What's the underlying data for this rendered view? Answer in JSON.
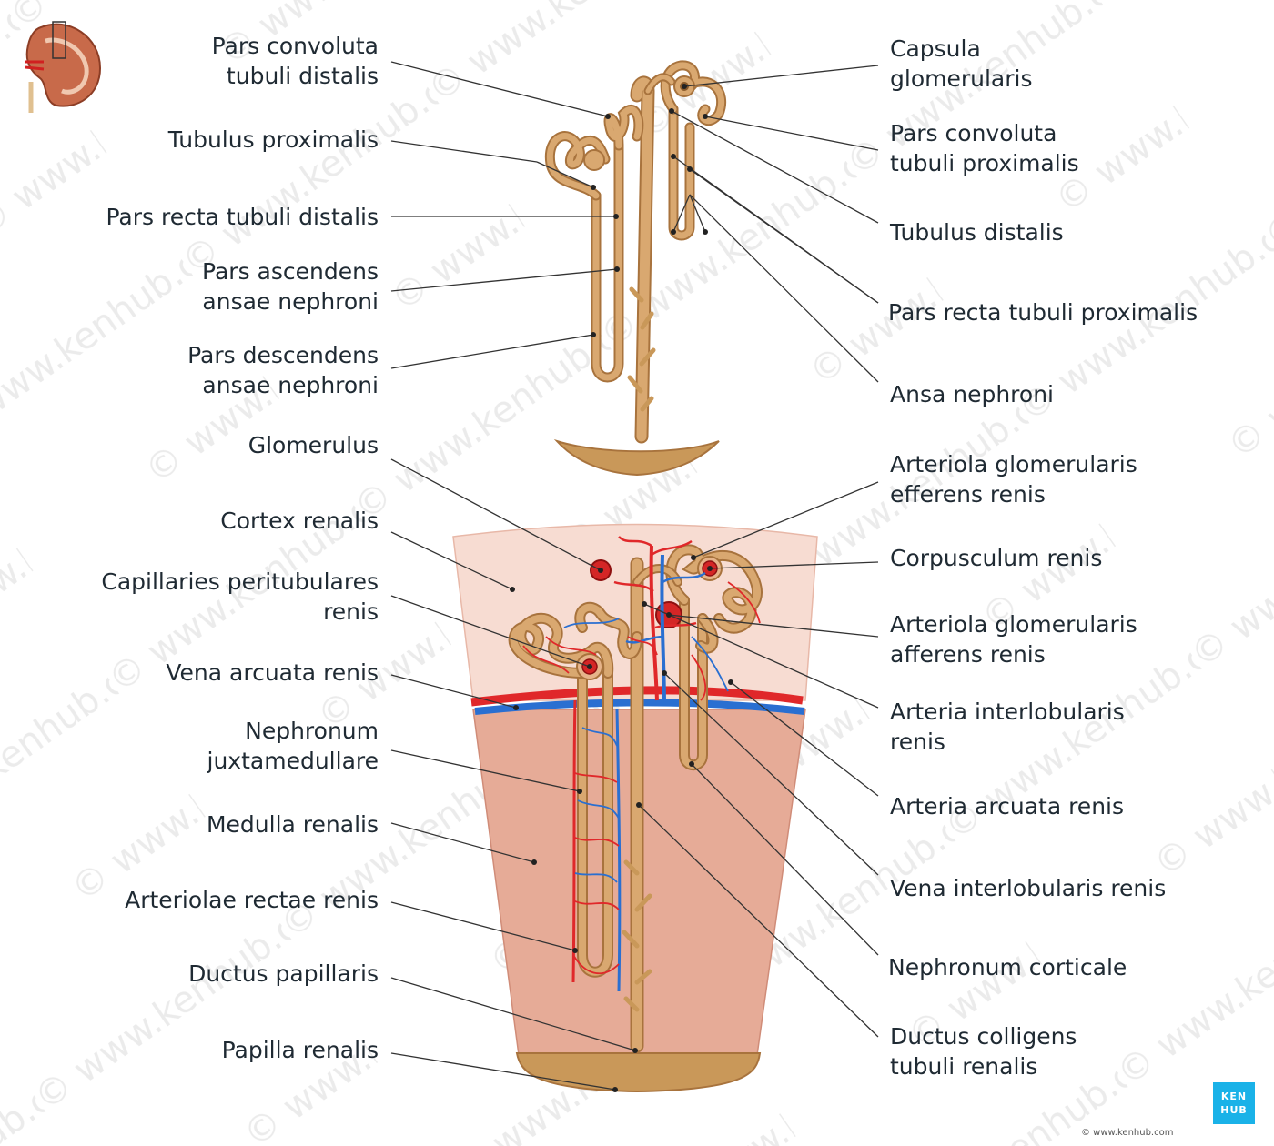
{
  "labels_left": [
    {
      "id": "pars-convoluta-tubuli-distalis",
      "lines": [
        "Pars convoluta",
        "tubuli distalis"
      ]
    },
    {
      "id": "tubulus-proximalis",
      "lines": [
        "Tubulus proximalis"
      ]
    },
    {
      "id": "pars-recta-tubuli-distalis",
      "lines": [
        "Pars recta tubuli distalis"
      ]
    },
    {
      "id": "pars-ascendens-ansae-nephroni",
      "lines": [
        "Pars ascendens",
        "ansae nephroni"
      ]
    },
    {
      "id": "pars-descendens-ansae-nephroni",
      "lines": [
        "Pars descendens",
        "ansae nephroni"
      ]
    },
    {
      "id": "glomerulus",
      "lines": [
        "Glomerulus"
      ]
    },
    {
      "id": "cortex-renalis",
      "lines": [
        "Cortex renalis"
      ]
    },
    {
      "id": "capillaries-peritubulares-renis",
      "lines": [
        "Capillaries peritubulares",
        "renis"
      ]
    },
    {
      "id": "vena-arcuata-renis",
      "lines": [
        "Vena arcuata renis"
      ]
    },
    {
      "id": "nephronum-juxtamedullare",
      "lines": [
        "Nephronum",
        "juxtamedullare"
      ]
    },
    {
      "id": "medulla-renalis",
      "lines": [
        "Medulla renalis"
      ]
    },
    {
      "id": "arteriolae-rectae-renis",
      "lines": [
        "Arteriolae rectae renis"
      ]
    },
    {
      "id": "ductus-papillaris",
      "lines": [
        "Ductus papillaris"
      ]
    },
    {
      "id": "papilla-renalis",
      "lines": [
        "Papilla renalis"
      ]
    }
  ],
  "labels_right": [
    {
      "id": "capsula-glomerularis",
      "lines": [
        "Capsula",
        "glomerularis"
      ]
    },
    {
      "id": "pars-convoluta-tubuli-proximalis",
      "lines": [
        "Pars convoluta",
        "tubuli proximalis"
      ]
    },
    {
      "id": "tubulus-distalis",
      "lines": [
        "Tubulus distalis"
      ]
    },
    {
      "id": "pars-recta-tubuli-proximalis",
      "lines": [
        "Pars recta tubuli proximalis"
      ]
    },
    {
      "id": "ansa-nephroni",
      "lines": [
        "Ansa nephroni"
      ]
    },
    {
      "id": "arteriola-glomerularis-efferens-renis",
      "lines": [
        "Arteriola glomerularis",
        "efferens renis"
      ]
    },
    {
      "id": "corpusculum-renis",
      "lines": [
        "Corpusculum renis"
      ]
    },
    {
      "id": "arteriola-glomerularis-afferens-renis",
      "lines": [
        "Arteriola glomerularis",
        "afferens renis"
      ]
    },
    {
      "id": "arteria-interlobularis-renis",
      "lines": [
        "Arteria interlobularis",
        "renis"
      ]
    },
    {
      "id": "arteria-arcuata-renis",
      "lines": [
        "Arteria arcuata renis"
      ]
    },
    {
      "id": "vena-interlobularis-renis",
      "lines": [
        "Vena interlobularis renis"
      ]
    },
    {
      "id": "nephronum-corticale",
      "lines": [
        "Nephronum corticale"
      ]
    },
    {
      "id": "ductus-colligens-tubuli-renalis",
      "lines": [
        "Ductus colligens",
        "tubuli renalis"
      ]
    }
  ],
  "watermark": "© www.kenhub.com",
  "logo": {
    "line1": "KEN",
    "line2": "HUB"
  },
  "credit": "© www.kenhub.com",
  "colors": {
    "tubule": "#d9a870",
    "tubule_dark": "#a8733d",
    "cortex": "#f7dcd2",
    "medulla": "#e6ab97",
    "artery": "#e0282a",
    "vein": "#2a6fd1",
    "leader": "#333333"
  }
}
